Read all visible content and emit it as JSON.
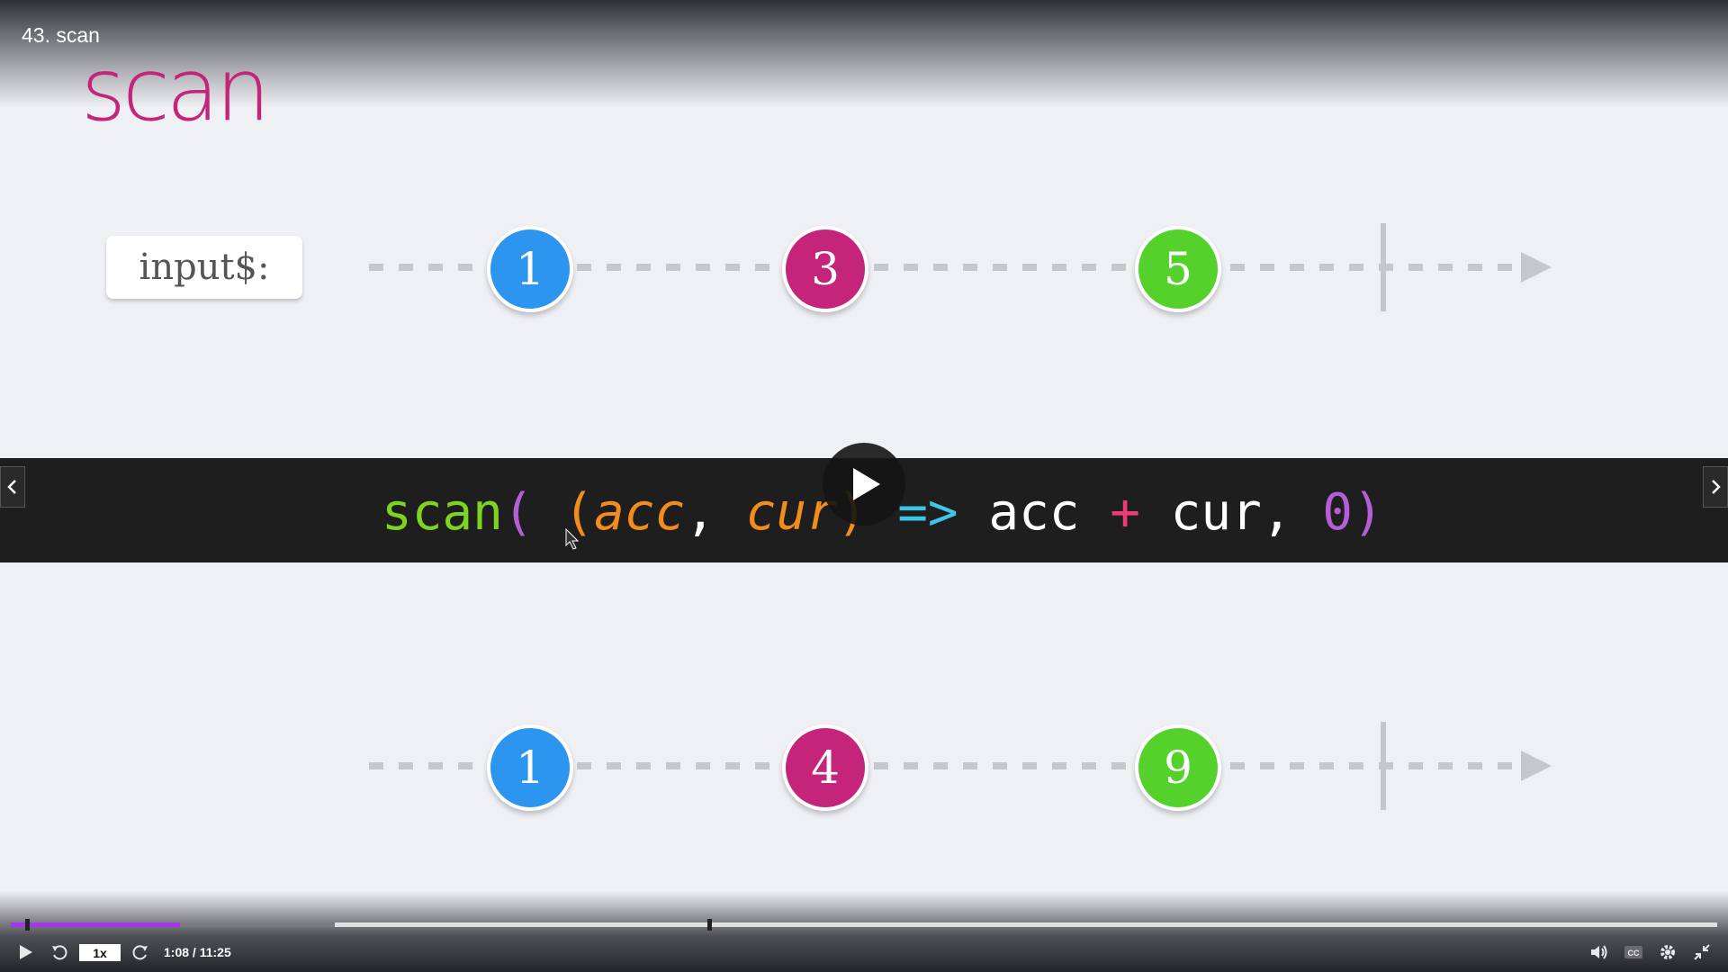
{
  "player": {
    "lecture_title": "43. scan",
    "speed": "1x",
    "current_time": "1:08",
    "duration": "11:25",
    "time_text": "1:08 / 11:25",
    "progress_fraction": 0.099,
    "buffer_fraction": 0.19
  },
  "slide": {
    "title": "scan",
    "input_label": "input$:",
    "input_values": [
      "1",
      "3",
      "5"
    ],
    "output_values": [
      "1",
      "4",
      "9"
    ],
    "code": {
      "fn": "scan",
      "open_paren": "(",
      "lambda_open": "(",
      "param1": "acc",
      "comma1": ", ",
      "param2": "cur",
      "lambda_close": ")",
      "arrow": " =>",
      "body_acc": " acc",
      "plus": " +",
      "body_cur": " cur",
      "comma2": ",",
      "seed": " 0",
      "close_paren": ")"
    }
  },
  "colors": {
    "blue": "#2b95f0",
    "magenta": "#c4247a",
    "green": "#55d12c",
    "accent": "#a435f0"
  },
  "icons": [
    "play-icon",
    "rewind-icon",
    "forward-icon",
    "volume-icon",
    "captions-icon",
    "settings-icon",
    "exit-fullscreen-icon",
    "chevron-left-icon",
    "chevron-right-icon"
  ]
}
